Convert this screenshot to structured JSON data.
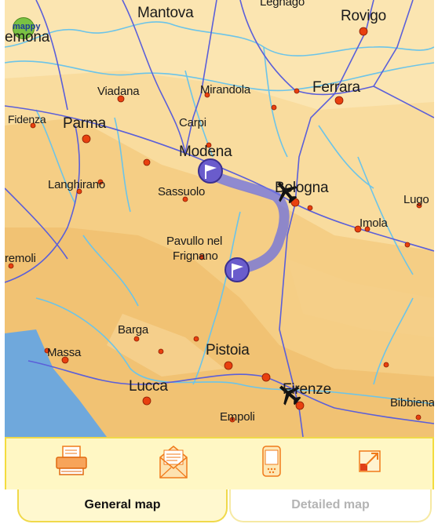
{
  "logo": {
    "text": "mappy",
    "icon": "mappy-logo-icon",
    "color": "#7ac143"
  },
  "cities": {
    "mantova": "Mantova",
    "legnago": "Legnago",
    "rovigo": "Rovigo",
    "cremona": "emona",
    "viadana": "Viadana",
    "mirandola": "Mirandola",
    "ferrara": "Ferrara",
    "fidenza": "Fidenza",
    "parma": "Parma",
    "carpi": "Carpi",
    "modena": "Modena",
    "langhirano": "Langhirano",
    "sassuolo": "Sassuolo",
    "bologna": "Bologna",
    "lugo": "Lugo",
    "imola": "Imola",
    "pavullo_line1": "Pavullo nel",
    "pavullo_line2": "Frignano",
    "pontremoli": "remoli",
    "barga": "Barga",
    "massa": "Massa",
    "pistoia": "Pistoia",
    "lucca": "Lucca",
    "firenze": "Firenze",
    "empoli": "Empoli",
    "bibbiena": "Bibbiena"
  },
  "route": {
    "start": "start-flag-icon",
    "end": "end-flag-icon",
    "color": "#6b6fe0"
  },
  "airports": [
    "airport-icon-bologna",
    "airport-icon-firenze"
  ],
  "toolbar": {
    "print": "printer-icon",
    "email": "envelope-icon",
    "mobile": "mobile-phone-icon",
    "expand": "expand-icon"
  },
  "tabs": {
    "general": "General map",
    "detailed": "Detailed map"
  },
  "colors": {
    "border": "#f0d94a",
    "toolbar_bg": "#fff7c4",
    "sea": "#6fa8dc",
    "road": "#5b5fd9"
  }
}
